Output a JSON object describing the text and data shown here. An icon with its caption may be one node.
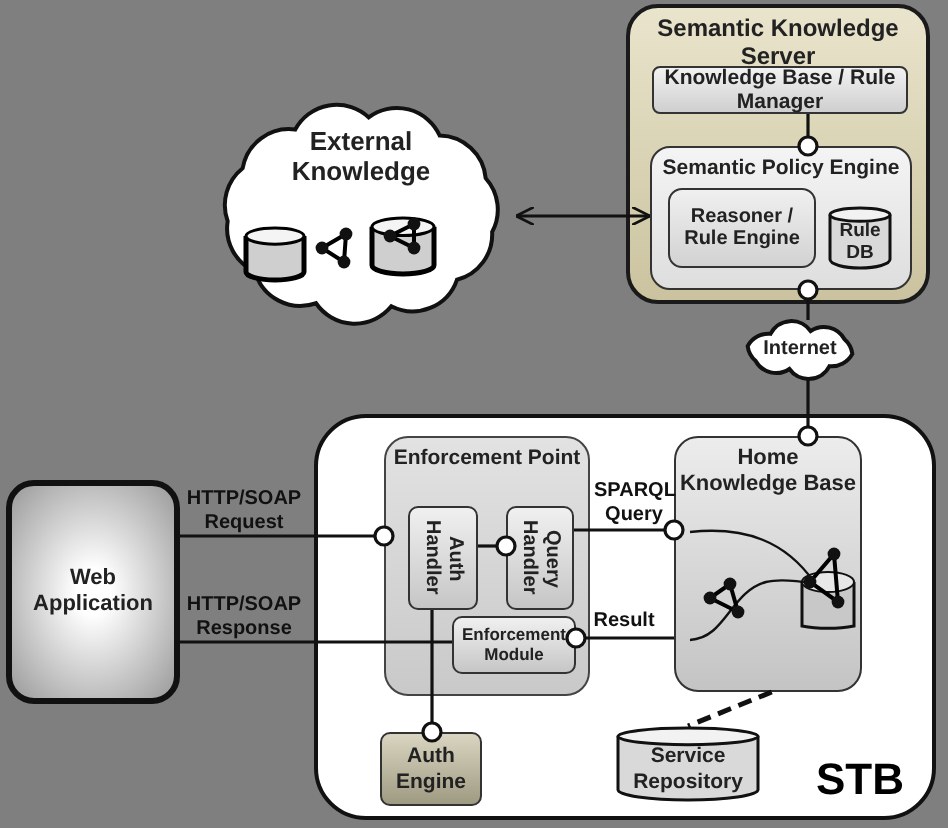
{
  "diagram": {
    "nodes": [
      {
        "text": [
          "Semantic Knowledge Server"
        ]
      },
      {
        "text": [
          "Knowledge Base / Rule Manager"
        ],
        "in": 0
      },
      {
        "text": [
          "Semantic Policy Engine"
        ],
        "in": 0
      },
      {
        "text": [
          "Reasoner / Rule Engine"
        ],
        "in": 2
      },
      {
        "text": [
          "Rule DB"
        ],
        "in": 2
      },
      {
        "text": [
          "External Knowledge"
        ]
      },
      {
        "text": [
          "Internet"
        ]
      },
      {
        "text": [
          "Web Application"
        ]
      },
      {
        "text": [
          "STB"
        ]
      },
      {
        "text": [
          "Enforcement Point"
        ],
        "in": 8
      },
      {
        "text": [
          "Auth Handler"
        ],
        "in": 9
      },
      {
        "text": [
          "Query Handler"
        ],
        "in": 9
      },
      {
        "text": [
          "Enforcement Module"
        ],
        "in": 9
      },
      {
        "text": [
          "Auth Engine"
        ],
        "in": 8
      },
      {
        "text": [
          "Home Knowledge Base"
        ],
        "in": 8
      },
      {
        "text": [
          "Service Repository"
        ],
        "in": 8
      }
    ],
    "edges": [
      {
        "from": 5,
        "to": 2,
        "arrow": "both"
      },
      {
        "from": 1,
        "to": 2,
        "arrow": "other"
      },
      {
        "from": 6,
        "to": 2,
        "arrow": "other"
      },
      {
        "from": 6,
        "to": 14,
        "arrow": "other"
      },
      {
        "from": 7,
        "to": 9,
        "arrow": "other",
        "label": "HTTP/SOAP Request"
      },
      {
        "from": 10,
        "to": 11,
        "arrow": "other"
      },
      {
        "from": 11,
        "to": 14,
        "arrow": "other",
        "label": "SPARQL Query"
      },
      {
        "from": 14,
        "to": 12,
        "arrow": "other",
        "label": "Result"
      },
      {
        "from": 12,
        "to": 7,
        "arrow": "none",
        "label": "HTTP/SOAP Response"
      },
      {
        "from": 10,
        "to": 13,
        "arrow": "other"
      },
      {
        "from": 14,
        "to": 15,
        "arrow": "none",
        "style": "dashed"
      }
    ]
  }
}
